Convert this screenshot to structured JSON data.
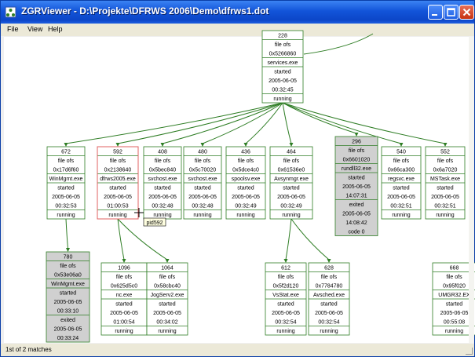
{
  "window": {
    "title": "ZGRViewer - D:\\Projekte\\DFRWS 2006\\Demo\\dfrws1.dot"
  },
  "menu": {
    "file": "File",
    "view": "View",
    "help": "Help"
  },
  "status": {
    "text": "1st of 2 matches"
  },
  "tooltip": {
    "text": "pid592"
  },
  "colors": {
    "edge": "#2e7d24",
    "box_border": "#2e7d24",
    "highlight_border": "#e06060",
    "exited_fill": "#d0d0d0"
  },
  "nodes": [
    {
      "id": "228",
      "lines": [
        "228",
        "file ofs",
        "0x5266860",
        "services.exe",
        "started",
        "2005-06-05",
        "00:32:45",
        "running"
      ]
    },
    {
      "id": "672",
      "lines": [
        "672",
        "file ofs",
        "0x17d6f60",
        "WinMgmt.exe",
        "started",
        "2005-06-05",
        "00:32:53",
        "running"
      ]
    },
    {
      "id": "592",
      "lines": [
        "592",
        "file ofs",
        "0x2138640",
        "dfrws2005.exe",
        "started",
        "2005-06-05",
        "01:00:53",
        "running"
      ]
    },
    {
      "id": "408",
      "lines": [
        "408",
        "file ofs",
        "0x5bec840",
        "svchost.exe",
        "started",
        "2005-06-05",
        "00:32:48",
        "running"
      ]
    },
    {
      "id": "480",
      "lines": [
        "480",
        "file ofs",
        "0x5c70020",
        "svchost.exe",
        "started",
        "2005-06-05",
        "00:32:48",
        "running"
      ]
    },
    {
      "id": "436",
      "lines": [
        "436",
        "file ofs",
        "0x5dce4c0",
        "spoolsv.exe",
        "started",
        "2005-06-05",
        "00:32:49",
        "running"
      ]
    },
    {
      "id": "464",
      "lines": [
        "464",
        "file ofs",
        "0x61536e0",
        "Avsynmgr.exe",
        "started",
        "2005-06-05",
        "00:32:49",
        "running"
      ]
    },
    {
      "id": "296",
      "lines": [
        "296",
        "file ofs",
        "0x6601020",
        "rundll32.exe",
        "started",
        "2005-06-05",
        "14:07:31",
        "exited",
        "2005-06-05",
        "14:08:42",
        "code 0"
      ]
    },
    {
      "id": "540",
      "lines": [
        "540",
        "file ofs",
        "0x66ca300",
        "regsvc.exe",
        "started",
        "2005-06-05",
        "00:32:51",
        "running"
      ]
    },
    {
      "id": "552",
      "lines": [
        "552",
        "file ofs",
        "0x6a7020",
        "MSTask.exe",
        "started",
        "2005-06-05",
        "00:32:51",
        "running"
      ]
    },
    {
      "id": "780",
      "lines": [
        "780",
        "file ofs",
        "0x53e06a0",
        "WinMgmt.exe",
        "started",
        "2005-06-05",
        "00:33:10",
        "exited",
        "2005-06-05",
        "00:33:24"
      ]
    },
    {
      "id": "1096",
      "lines": [
        "1096",
        "file ofs",
        "0x625d5c0",
        "nc.exe",
        "started",
        "2005-06-05",
        "01:00:54",
        "running"
      ]
    },
    {
      "id": "1064",
      "lines": [
        "1064",
        "file ofs",
        "0x58cbc40",
        "JogServ2.exe",
        "started",
        "2005-06-05",
        "00:34:02",
        "running"
      ]
    },
    {
      "id": "612",
      "lines": [
        "612",
        "file ofs",
        "0x5f2d120",
        "VsStat.exe",
        "started",
        "2005-06-05",
        "00:32:54",
        "running"
      ]
    },
    {
      "id": "628",
      "lines": [
        "628",
        "file ofs",
        "0x7784780",
        "Avsched.exe",
        "started",
        "2005-06-05",
        "00:32:54",
        "running"
      ]
    },
    {
      "id": "668",
      "lines": [
        "668",
        "file ofs",
        "0x95f020",
        "UMGR32.EX",
        "started",
        "2005-06-05",
        "00:55:08",
        "running"
      ]
    }
  ]
}
